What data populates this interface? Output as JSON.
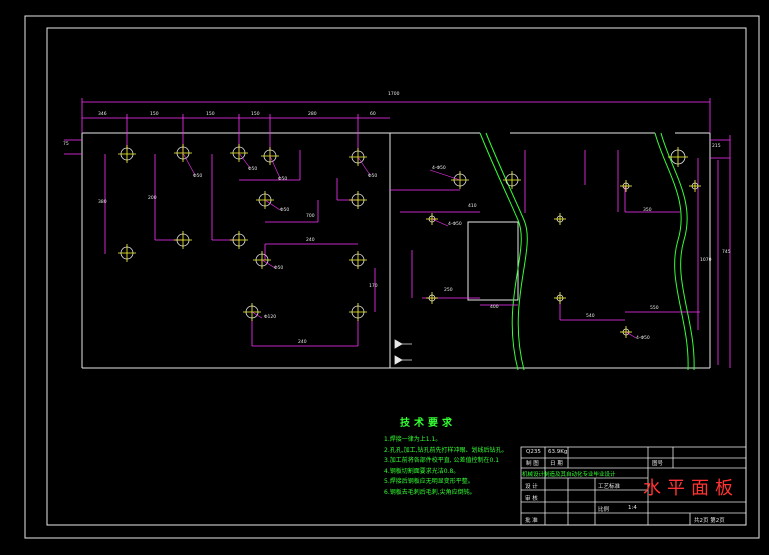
{
  "drawing": {
    "title": "水平面板",
    "overall_dimension": "1700",
    "top_dimensions": [
      "346",
      "150",
      "150",
      "150",
      "280",
      "60"
    ],
    "misc_dimensions": [
      "380",
      "200",
      "700",
      "240",
      "240",
      "170",
      "410",
      "400",
      "540",
      "550",
      "350",
      "215",
      "745",
      "1070",
      "250",
      "75"
    ],
    "hole_labels": [
      "Φ50",
      "Φ50",
      "Φ50",
      "Φ50",
      "Φ50",
      "Φ50",
      "Φ120",
      "4-Φ50",
      "4-Φ50",
      "4-Φ50"
    ]
  },
  "notes": {
    "title": "技术要求",
    "items": [
      "1.焊接一律为上1.1。",
      "2.孔孔,加工,钻孔前先打样冲眼、划线后钻孔。",
      "3.加工前将各部件校平直, 公差值控制在0.1",
      "4.钢板切割面要求光洁0.8。",
      "5.焊接后钢板应无明显变形平整。",
      "6.钢板去毛刺后毛刺,尖角应倒钝。"
    ]
  },
  "title_block": {
    "material": "Q235",
    "weight": "63.9Kg",
    "school": "机械设计制造及其自动化专业毕业设计",
    "part_name": "水平面板",
    "scale_label": "比例",
    "scale": "1:4",
    "sheet_info": "共2页 第2页",
    "design": "设 计",
    "check": "审 核",
    "approve": "批 准",
    "drawn": "制 图",
    "date": "日 期",
    "standard": "工艺标准",
    "drawing_no": "图号"
  }
}
